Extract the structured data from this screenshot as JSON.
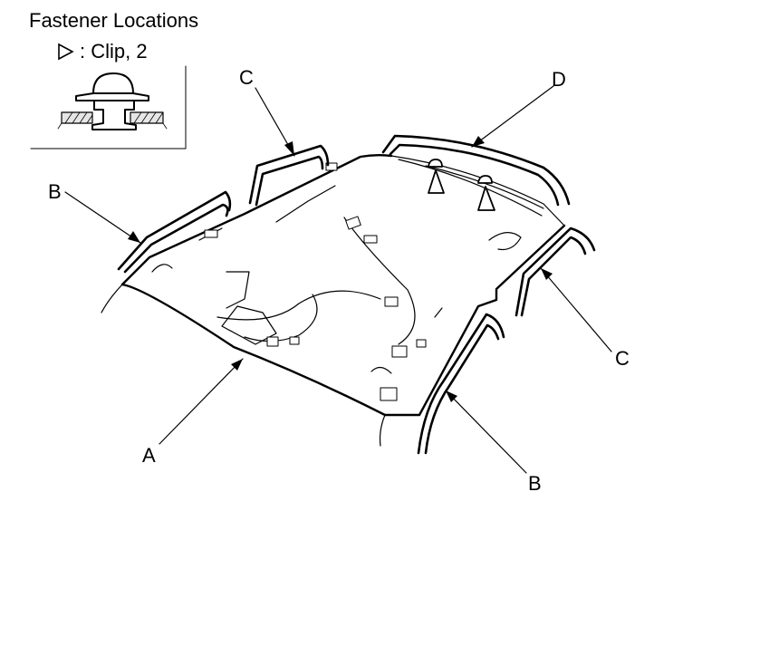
{
  "heading": "Fastener Locations",
  "legend": {
    "symbol_icon": "triangle-outline-icon",
    "text": ": Clip, 2"
  },
  "callouts": {
    "a": "A",
    "b_left": "B",
    "b_right": "B",
    "c_left": "C",
    "c_right": "C",
    "d": "D"
  },
  "colors": {
    "line": "#000000",
    "background": "#ffffff"
  }
}
